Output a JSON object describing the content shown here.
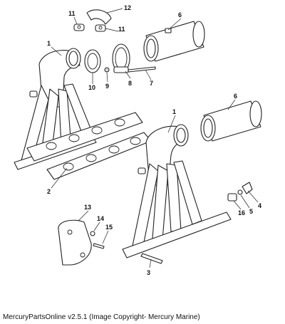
{
  "diagram": {
    "callouts": {
      "c1a": "1",
      "c1b": "1",
      "c2": "2",
      "c3": "3",
      "c4": "4",
      "c5": "5",
      "c6a": "6",
      "c6b": "6",
      "c7": "7",
      "c8": "8",
      "c9": "9",
      "c10": "10",
      "c11a": "11",
      "c11b": "11",
      "c12": "12",
      "c13": "13",
      "c14": "14",
      "c15": "15",
      "c16": "16"
    }
  },
  "footer": {
    "caption": "MercuryPartsOnline v2.5.1 (Image Copyright- Mercury Marine)"
  }
}
